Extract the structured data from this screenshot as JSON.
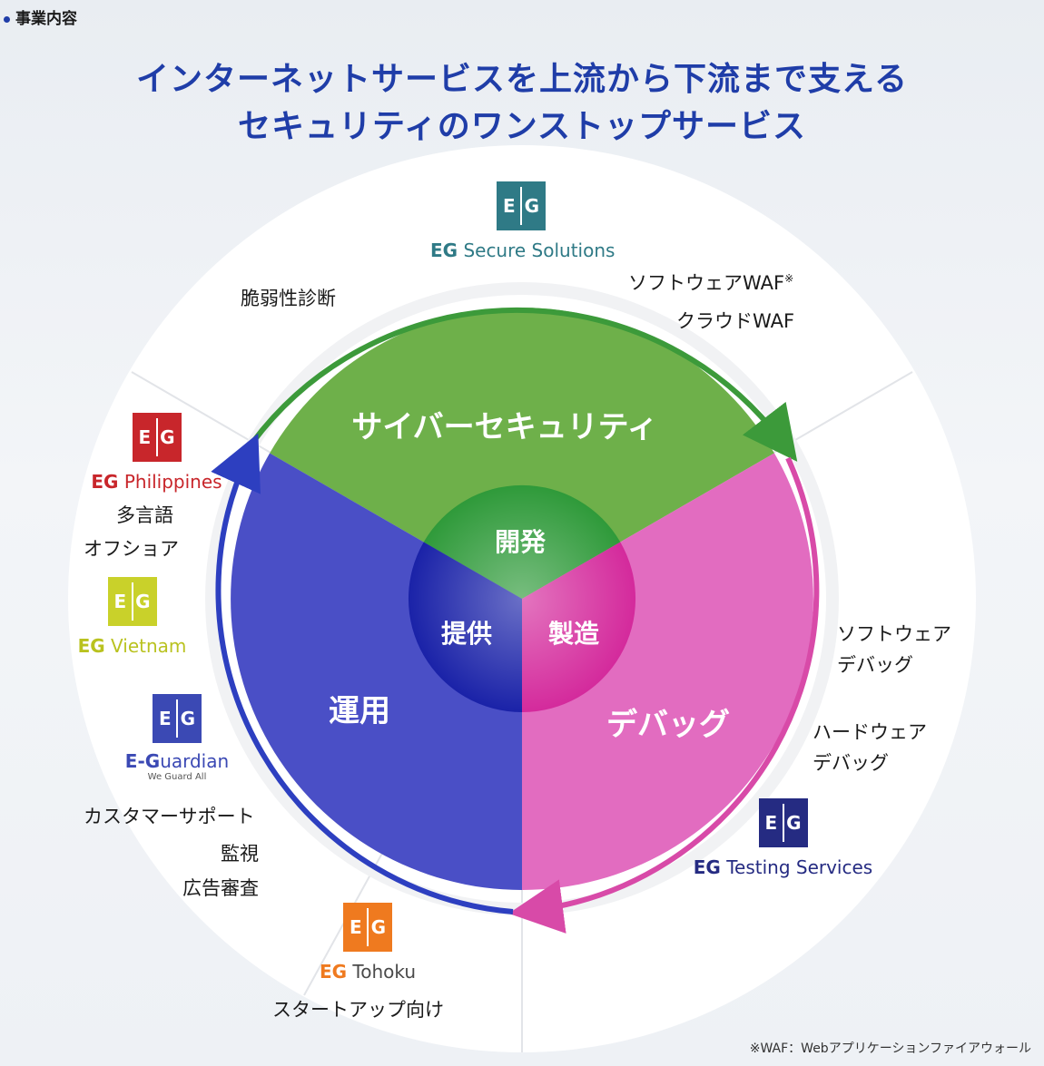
{
  "page": {
    "section_label": "事業内容",
    "headline_line1": "インターネットサービスを上流から下流まで支える",
    "headline_line2": "セキュリティのワンストップサービス",
    "footnote": "※WAF：Webアプリケーションファイアウォール"
  },
  "diagram": {
    "segments": [
      {
        "label": "サイバーセキュリティ",
        "color": "#6eb04a"
      },
      {
        "label": "デバッグ",
        "color": "#e26cc0"
      },
      {
        "label": "運用",
        "color": "#4a4fc6"
      }
    ],
    "center": [
      {
        "label": "開発",
        "color": "#2f9a3a"
      },
      {
        "label": "製造",
        "color": "#d42a9c"
      },
      {
        "label": "提供",
        "color": "#1a22a8"
      }
    ]
  },
  "brands": {
    "secure": {
      "prefix": "EG",
      "name": "Secure Solutions",
      "color": "#2f7a86"
    },
    "philippines": {
      "prefix": "EG",
      "name": "Philippines",
      "color": "#c8262b"
    },
    "vietnam": {
      "prefix": "EG",
      "name": "Vietnam",
      "color": "#c9d12a"
    },
    "guardian": {
      "prefix": "E-G",
      "name": "uardian",
      "sub": "We Guard All",
      "color": "#3b49b4"
    },
    "tohoku": {
      "prefix": "EG",
      "name": "Tohoku",
      "color": "#ef7a1f"
    },
    "testing": {
      "prefix": "EG",
      "name": "Testing Services",
      "color": "#252b82"
    }
  },
  "services": {
    "vuln": "脆弱性診断",
    "software_waf": "ソフトウェアWAF",
    "software_waf_mark": "※",
    "cloud_waf": "クラウドWAF",
    "multilingual": "多言語",
    "offshore": "オフショア",
    "sw_debug_1": "ソフトウェア",
    "sw_debug_2": "デバッグ",
    "hw_debug_1": "ハードウェア",
    "hw_debug_2": "デバッグ",
    "support": "カスタマーサポート",
    "monitoring": "監視",
    "ad_review": "広告審査",
    "startup": "スタートアップ向け"
  }
}
